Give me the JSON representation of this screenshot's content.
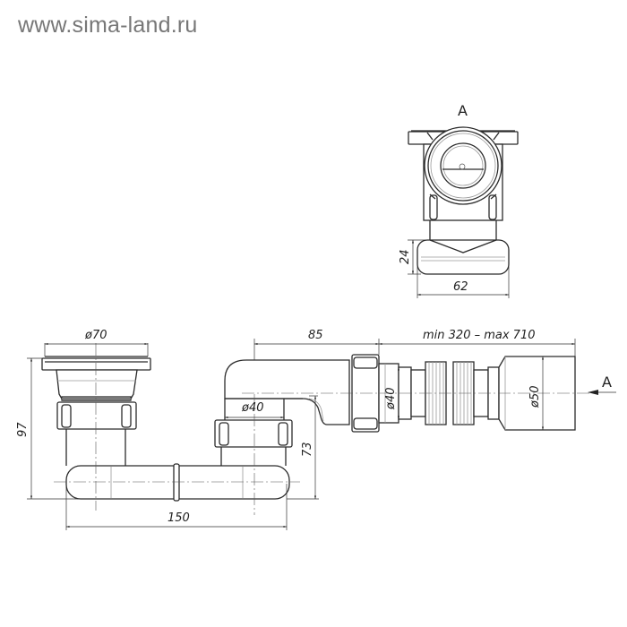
{
  "watermark": "www.sima-land.ru",
  "view_a": {
    "label": "A",
    "dims": {
      "height": "24",
      "width": "62"
    }
  },
  "main_view": {
    "dims": {
      "drain_diameter": "ø70",
      "overall_height": "97",
      "overall_length": "150",
      "outlet_offset": "85",
      "riser_diameter": "ø40",
      "riser_height": "73",
      "hose_length": "min 320 – max 710",
      "nut_diameter": "ø40",
      "hose_end_diameter": "ø50"
    },
    "section_marker": "A"
  }
}
